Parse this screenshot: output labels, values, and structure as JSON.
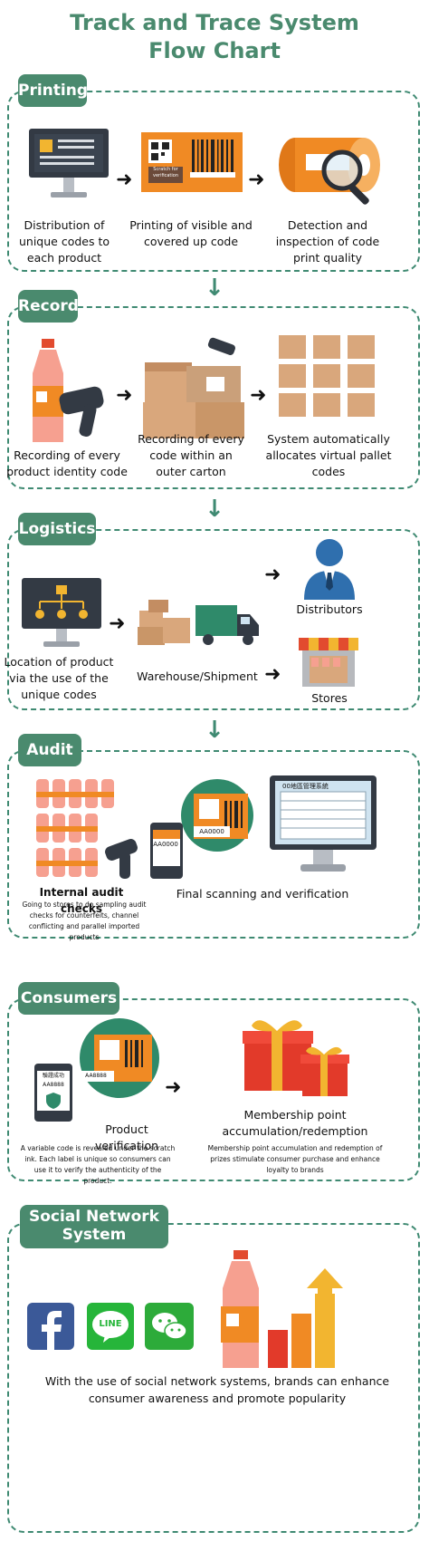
{
  "title_line1": "Track and Trace System",
  "title_line2": "Flow Chart",
  "printing": {
    "tag": "Printing",
    "step1": "Distribution of unique codes to each product",
    "step2": "Printing of visible and covered up code",
    "step3": "Detection and inspection of code print quality",
    "scratch_label": "Scratch for verification"
  },
  "record": {
    "tag": "Record",
    "step1": "Recording of every product identity code",
    "step2": "Recording of every code within an outer carton",
    "step3": "System automatically allocates virtual pallet codes"
  },
  "logistics": {
    "tag": "Logistics",
    "step1": "Location of product via the use of the unique codes",
    "step2": "Warehouse/Shipment",
    "dist": "Distributors",
    "stores": "Stores"
  },
  "audit": {
    "tag": "Audit",
    "step1": "Internal audit checks",
    "step1_note": "Going to stores to do sampling audit checks for counterfeits, channel conflicting and parallel imported products",
    "step2": "Final scanning and verification",
    "code1": "AA0000",
    "code2": "AA0000",
    "system_title": "00地區管理系統"
  },
  "consumers": {
    "tag": "Consumers",
    "step1": "Product verification",
    "step1_note": "A variable code is revealed under the scratch ink. Each label is unique so consumers can use it to verify the authenticity of the product.",
    "step2": "Membership point accumulation/redemption",
    "step2_note": "Membership point accumulation and redemption of prizes stimulate consumer purchase and enhance loyalty to brands",
    "code1": "AA8888",
    "code2": "AA8888",
    "phone_title": "驗證成功"
  },
  "social": {
    "tag_line1": "Social Network",
    "tag_line2": "System",
    "caption": "With the use of social network systems, brands can enhance consumer awareness and promote popularity",
    "line_logo": "LINE"
  },
  "colors": {
    "accent": "#4a8a6e",
    "orange": "#f08a24",
    "box": "#d9a77c"
  }
}
